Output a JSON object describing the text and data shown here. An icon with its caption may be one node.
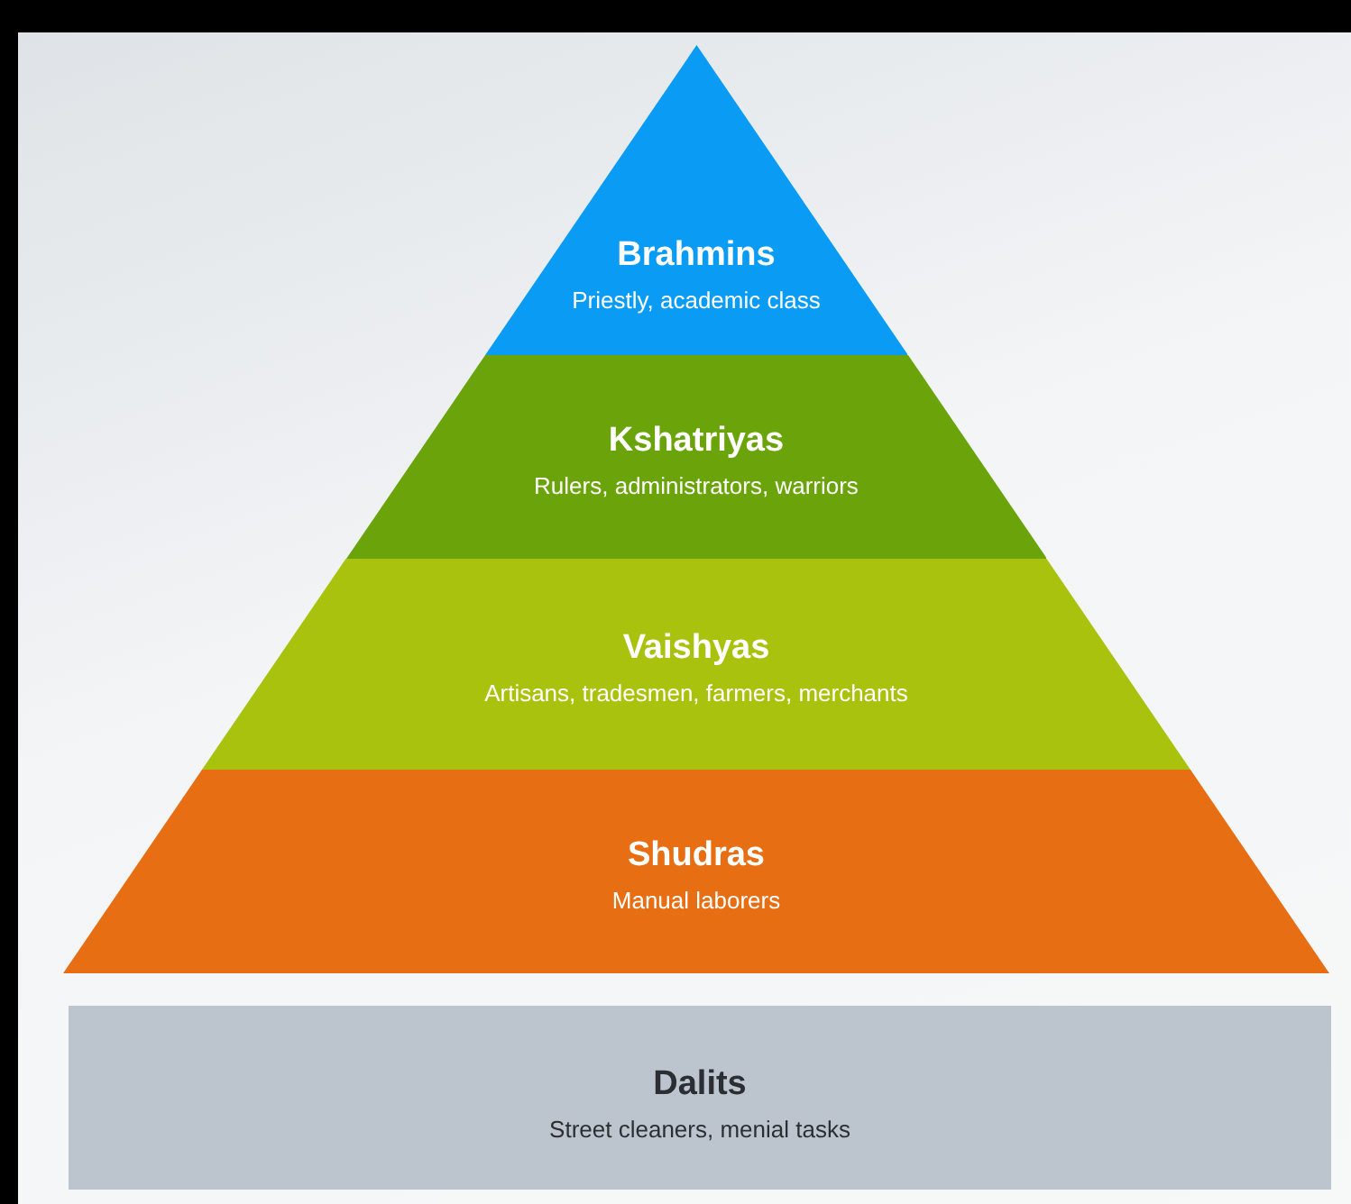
{
  "diagram": {
    "nodes": [
      {
        "text": [
          "Brahmins",
          "Priestly, academic class"
        ]
      },
      {
        "text": [
          "Kshatriyas",
          "Rulers, administrators, warriors"
        ]
      },
      {
        "text": [
          "Vaishyas",
          "Artisans, tradesmen, farmers, merchants"
        ]
      },
      {
        "text": [
          "Shudras",
          "Manual laborers"
        ]
      },
      {
        "text": [
          "Dalits",
          "Street cleaners, menial tasks"
        ]
      }
    ]
  }
}
